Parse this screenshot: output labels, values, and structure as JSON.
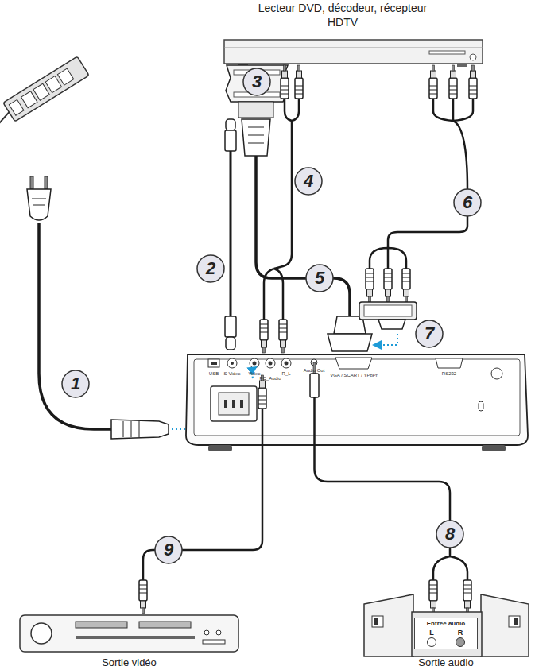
{
  "diagram": {
    "nodes": [
      {
        "text": [
          "Lecteur DVD, décodeur, récepteur HDTV"
        ]
      },
      {
        "text": [
          "Sortie vidéo"
        ]
      },
      {
        "text": [
          "Sortie audio"
        ]
      },
      {
        "text": [
          "Entrée audio",
          "L",
          "R"
        ],
        "in": 2
      }
    ],
    "labels": [
      "1",
      "2",
      "3",
      "4",
      "5",
      "6",
      "7",
      "8",
      "9",
      "USB",
      "S-Video",
      "Video",
      "PC_Audio",
      "R_L",
      "Audio Out",
      "VGA / SCART / YPbPr",
      "RS232"
    ]
  }
}
